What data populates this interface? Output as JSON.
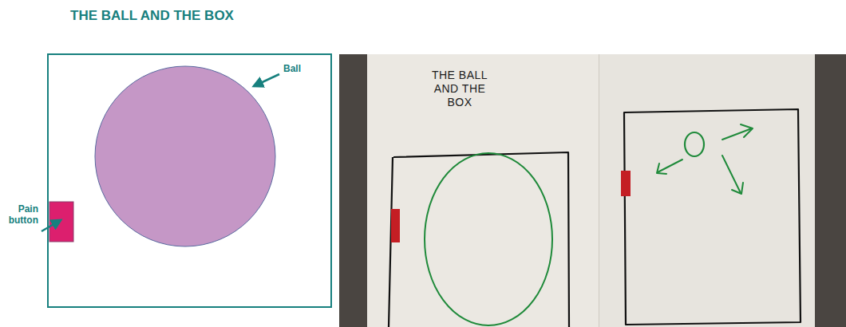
{
  "diagram": {
    "title": "THE BALL AND THE BOX",
    "labels": [
      "Ball",
      "Pain button",
      "THE BALL AND THE BOX"
    ]
  }
}
